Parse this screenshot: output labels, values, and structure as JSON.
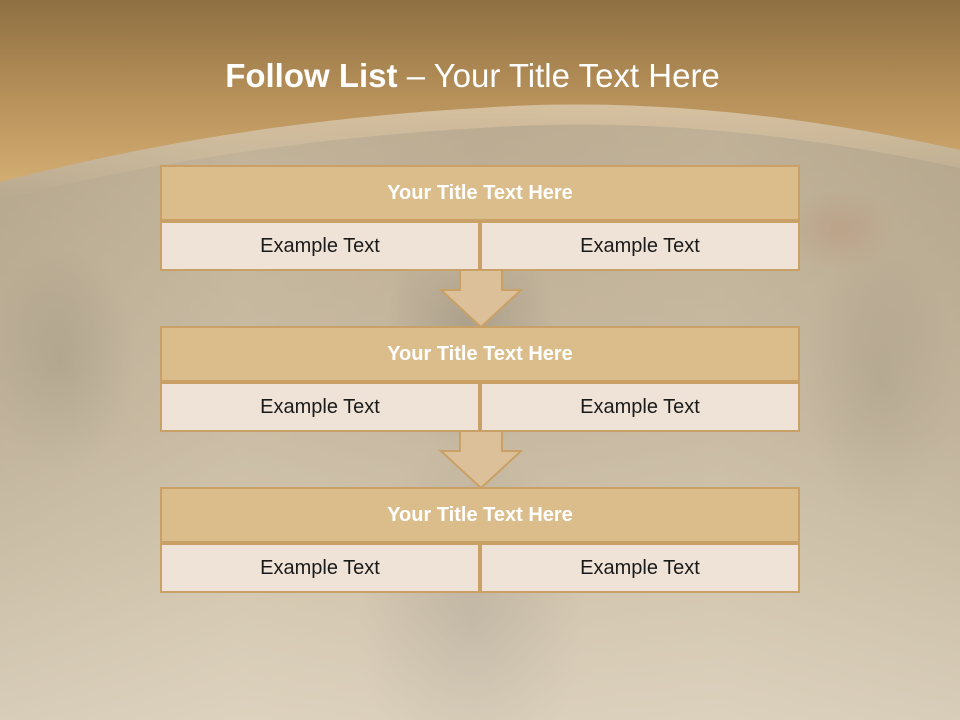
{
  "slide": {
    "title_bold": "Follow List",
    "title_rest": " – Your Title Text Here"
  },
  "colors": {
    "header": "#b08a52",
    "block_title_fill": "#dbbd8c",
    "block_border": "#c9a066",
    "cell_fill": "#efe2d6",
    "arrow_fill": "#dcc09a"
  },
  "diagram": {
    "steps": [
      {
        "title": "Your Title Text Here",
        "left_text": "Example Text",
        "right_text": "Example Text"
      },
      {
        "title": "Your Title Text Here",
        "left_text": "Example Text",
        "right_text": "Example Text"
      },
      {
        "title": "Your Title Text Here",
        "left_text": "Example Text",
        "right_text": "Example Text"
      }
    ],
    "arrows": [
      {
        "icon": "down-arrow-icon"
      },
      {
        "icon": "down-arrow-icon"
      }
    ]
  }
}
